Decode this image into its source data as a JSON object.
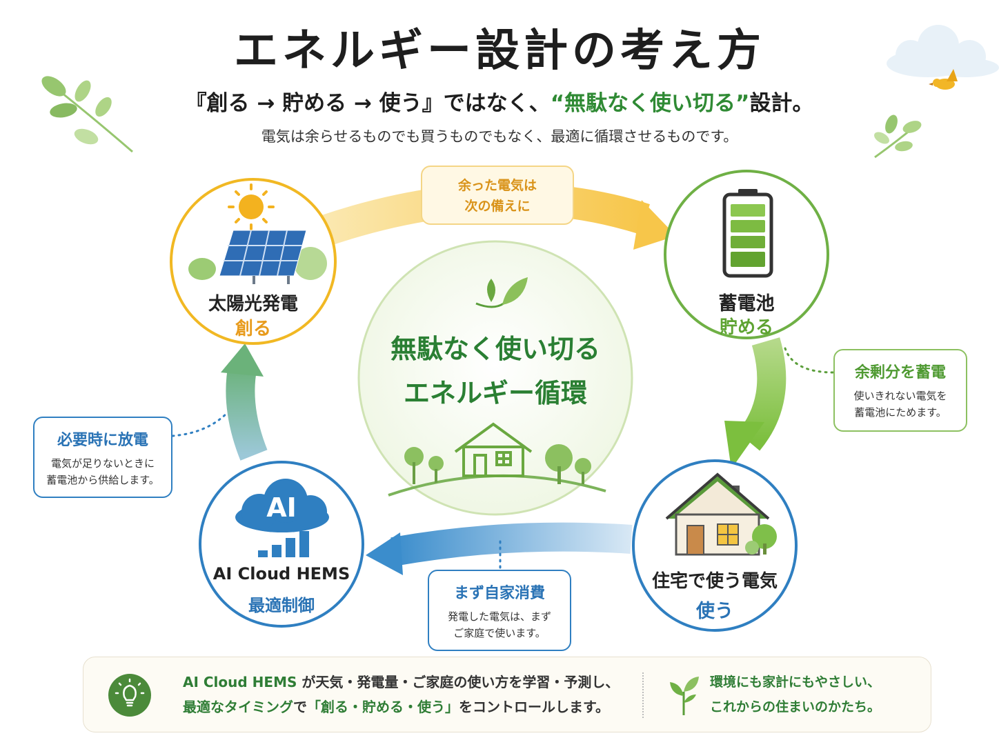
{
  "header": {
    "title": "エネルギー設計の考え方",
    "subtitle_pre": "『創る → 貯める → 使う』ではなく、",
    "subtitle_highlight": "“無駄なく使い切る”",
    "subtitle_post": "設計。",
    "tagline": "電気は余らせるものでも買うものでもなく、最適に循環させるものです。"
  },
  "center": {
    "line1": "無駄なく使い切る",
    "line2": "エネルギー循環"
  },
  "nodes": {
    "solar": {
      "name": "太陽光発電",
      "role": "創る"
    },
    "battery": {
      "name": "蓄電池",
      "role": "貯める"
    },
    "house": {
      "name": "住宅で使う電気",
      "role": "使う"
    },
    "ai": {
      "name": "AI Cloud HEMS",
      "role": "最適制御",
      "icon_text": "AI"
    }
  },
  "flows": {
    "solar_to_battery": {
      "line1": "余った電気は",
      "line2": "次の備えに"
    },
    "surplus": {
      "title": "余剰分を蓄電",
      "line1": "使いきれない電気を",
      "line2": "蓄電池にためます。"
    },
    "self_consumption": {
      "title": "まず自家消費",
      "line1": "発電した電気は、まず",
      "line2": "ご家庭で使います。"
    },
    "discharge": {
      "title": "必要時に放電",
      "line1": "電気が足りないときに",
      "line2": "蓄電池から供給します。"
    }
  },
  "footer": {
    "line1_brand": "AI Cloud HEMS",
    "line1_rest": " が天気・発電量・ご家庭の使い方を学習・予測し、",
    "line2_hl1": "最適なタイミング",
    "line2_mid": "で",
    "line2_hl2": "「創る・貯める・使う」",
    "line2_rest": "をコントロールします。",
    "right_line1": "環境にも家計にもやさしい、",
    "right_line2": "これからの住まいのかたち。"
  },
  "colors": {
    "solar": "#f1b823",
    "battery": "#6fb045",
    "house": "#2f7fc1",
    "ai": "#2f7fc1",
    "green_text": "#2f8a34"
  },
  "icons": [
    "leaf-icon",
    "cloud-icon",
    "bird-icon",
    "sun-icon",
    "solar-panel-icon",
    "battery-icon",
    "house-icon",
    "ai-cloud-icon",
    "signal-bars-icon",
    "lightbulb-icon",
    "sprout-icon",
    "tree-icon"
  ]
}
